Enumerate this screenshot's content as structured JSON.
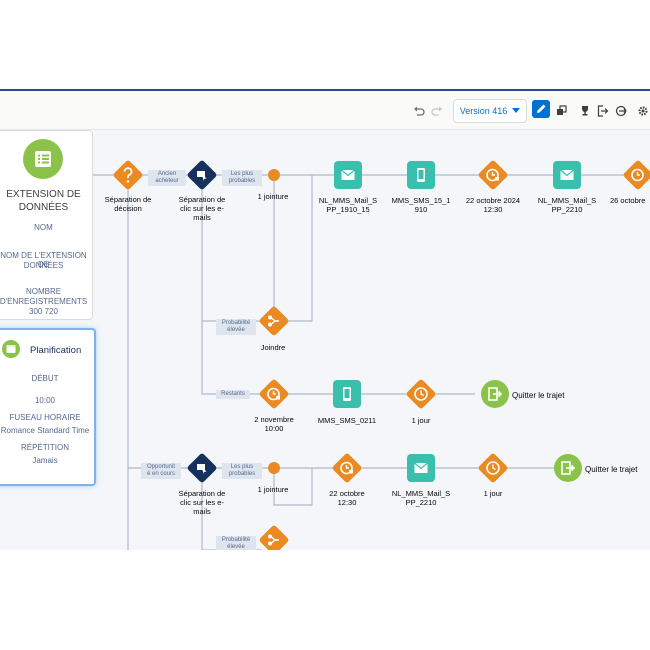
{
  "toolbar": {
    "version_label": "Version 416",
    "buttons": [
      "undo-icon",
      "redo-icon",
      "pencil-icon",
      "copy-icon",
      "trophy-icon",
      "exit-icon",
      "exit-settings-icon",
      "gear-icon"
    ]
  },
  "data_extension_card": {
    "title_line1": "EXTENSION DE",
    "title_line2": "DONNÉES",
    "name_label": "NOM",
    "ext_name_line1": "NOM DE L'EXTENSION DE",
    "ext_name_line2": "DONNÉES",
    "records_label_line1": "NOMBRE",
    "records_label_line2": "D'ENREGISTREMENTS",
    "records_value": "300 720"
  },
  "schedule_card": {
    "title": "Planification",
    "start_label": "DÉBUT",
    "start_value": "10:00",
    "timezone_label": "FUSEAU HORAIRE",
    "timezone_value": "Romance Standard Time",
    "repeat_label": "RÉPÉTITION",
    "repeat_value": "Jamais"
  },
  "flow": {
    "decision_split_label_1": "Séparation de",
    "decision_split_label_2": "décision",
    "branch_ancien_1": "Ancien",
    "branch_ancien_2": "acheteur",
    "branch_opport_1": "Opportunit",
    "branch_opport_2": "é en cours",
    "click_split_1": "Séparation de",
    "click_split_2": "clic sur les e-",
    "click_split_3": "mails",
    "tag_likely_1": "Les plus",
    "tag_likely_2": "probables",
    "tag_high_1": "Probabilité",
    "tag_high_2": "élevée",
    "tag_rest": "Restants",
    "join_1": "1 jointure",
    "join_label": "Joindre",
    "row1_email1_1": "NL_MMS_Mail_S",
    "row1_email1_2": "PP_1910_15",
    "row1_sms_1": "MMS_SMS_15_1",
    "row1_sms_2": "910",
    "row1_wait1_1": "22 octobre 2024",
    "row1_wait1_2": "12:30",
    "row1_email2_1": "NL_MMS_Mail_S",
    "row1_email2_2": "PP_2210",
    "row1_wait2_1": "26 octobre",
    "row1_wait2_2": "",
    "row2_wait_1": "2 novembre",
    "row2_wait_2": "10:00",
    "row2_sms": "MMS_SMS_0211",
    "row2_day": "1 jour",
    "quit_label": "Quitter le trajet",
    "row3_wait_1": "22 octobre",
    "row3_wait_2": "12:30",
    "row3_email_1": "NL_MMS_Mail_S",
    "row3_email_2": "PP_2210",
    "row3_day": "1 jour"
  },
  "colors": {
    "orange": "#ea8a22",
    "navy": "#16325c",
    "teal": "#3bbfad",
    "green": "#8bc34a",
    "accent": "#0070d2",
    "line": "#aebacb"
  }
}
